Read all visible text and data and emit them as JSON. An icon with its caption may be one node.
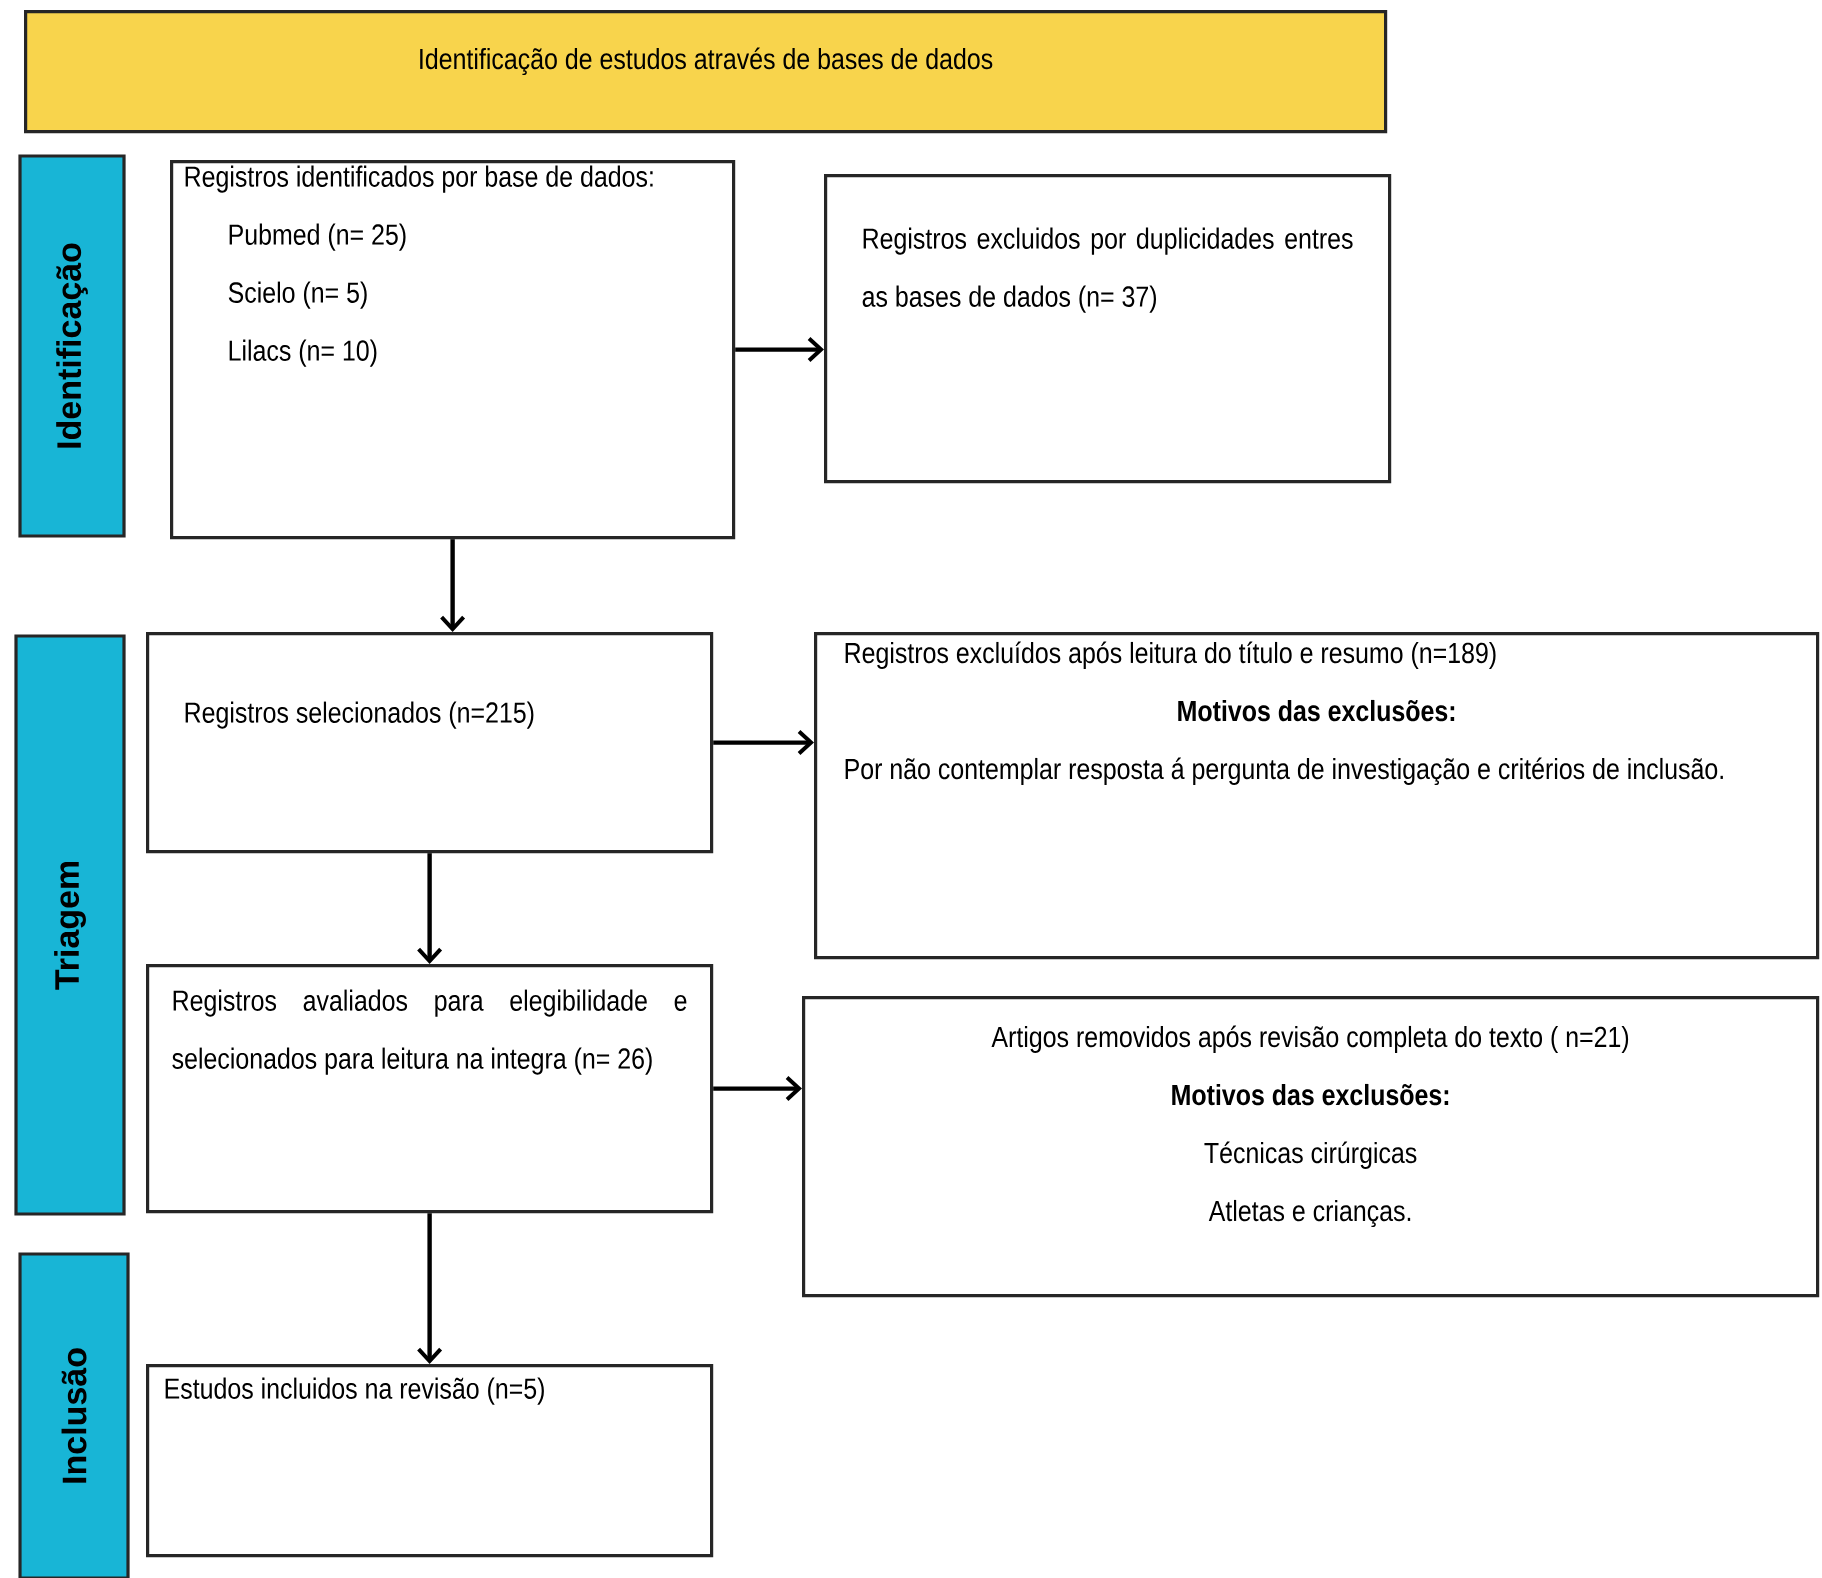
{
  "diagram": {
    "nodes": [
      {
        "text": [
          "Identificação de estudos através de bases de dados"
        ]
      },
      {
        "text": [
          "Identificação"
        ]
      },
      {
        "text": [
          "Registros identificados por base de dados:",
          "Pubmed (n= 25)",
          "Scielo (n= 5)",
          "Lilacs  (n= 10)"
        ]
      },
      {
        "text": [
          "Registros excluidos por duplicidades entres as bases de dados (n= 37)"
        ]
      },
      {
        "text": [
          "Triagem"
        ]
      },
      {
        "text": [
          "Registros selecionados (n=215)"
        ]
      },
      {
        "text": [
          "Registros excluídos após leitura do título e resumo (n=189)",
          "Motivos das exclusões:",
          "Por não contemplar resposta á pergunta de investigação e critérios de inclusão."
        ]
      },
      {
        "text": [
          "Registros avaliados para elegibilidade e selecionados para leitura na integra (n= 26)"
        ]
      },
      {
        "text": [
          "Artigos removidos após revisão completa do texto (  n=21)",
          "Motivos das exclusões:",
          "Técnicas cirúrgicas",
          "Atletas e crianças."
        ]
      },
      {
        "text": [
          "Inclusão"
        ]
      },
      {
        "text": [
          "Estudos incluidos na revisão (n=5)"
        ]
      }
    ],
    "edges": [
      {
        "from": 2,
        "to": 3,
        "arrow": "to"
      },
      {
        "from": 2,
        "to": 5,
        "arrow": "to"
      },
      {
        "from": 5,
        "to": 6,
        "arrow": "to"
      },
      {
        "from": 5,
        "to": 7,
        "arrow": "to"
      },
      {
        "from": 7,
        "to": 8,
        "arrow": "to"
      },
      {
        "from": 7,
        "to": 10,
        "arrow": "to"
      }
    ]
  }
}
